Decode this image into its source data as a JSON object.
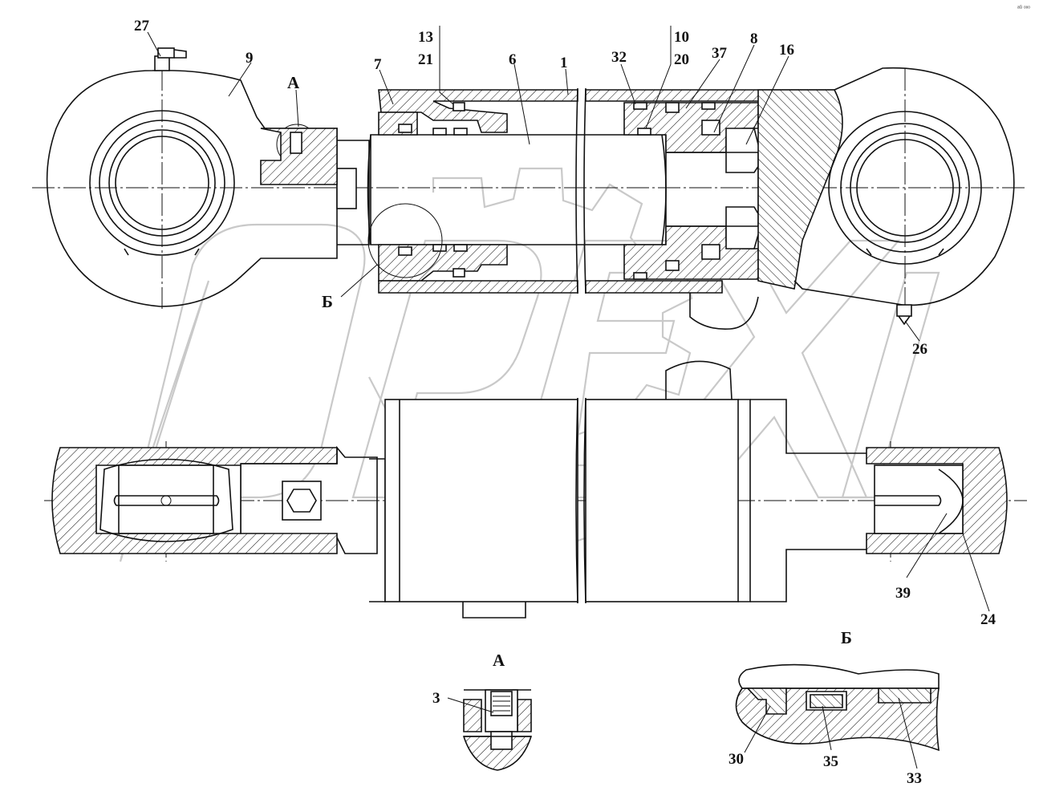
{
  "callouts": {
    "c27": "27",
    "c9": "9",
    "view_a": "А",
    "c13": "13",
    "c21": "21",
    "c7": "7",
    "c6": "6",
    "c1": "1",
    "c32": "32",
    "c10": "10",
    "c20": "20",
    "c37": "37",
    "c8": "8",
    "c16": "16",
    "view_b": "Б",
    "c26": "26",
    "c39": "39",
    "c24": "24",
    "detail_b_title": "Б",
    "detail_a_title": "А",
    "c3": "3",
    "c30": "30",
    "c35": "35",
    "c33": "33"
  },
  "corner_mark": "ᵃᴳ ᵒᵒᵒ"
}
